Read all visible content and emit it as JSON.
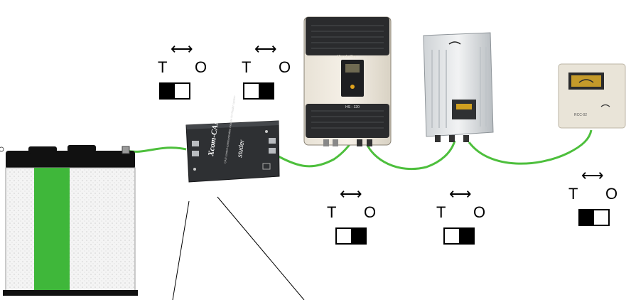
{
  "colors": {
    "cable": "#4dbf3c",
    "battery_band": "#3fb73a",
    "line": "#000000"
  },
  "switches": [
    {
      "id": "sw1",
      "arrow": "⟷",
      "left_label": "T",
      "right_label": "O",
      "position": "T"
    },
    {
      "id": "sw2",
      "arrow": "⟷",
      "left_label": "T",
      "right_label": "O",
      "position": "O"
    },
    {
      "id": "sw3",
      "arrow": "⟷",
      "left_label": "T",
      "right_label": "O",
      "position": "O"
    },
    {
      "id": "sw4",
      "arrow": "⟷",
      "left_label": "T",
      "right_label": "O",
      "position": "O"
    },
    {
      "id": "sw5",
      "arrow": "⟷",
      "left_label": "T",
      "right_label": "O",
      "position": "T"
    }
  ],
  "xcom": {
    "title": "Xcom-CAN",
    "brand": "studer",
    "subtitle": "CAN control communication module for Studer system"
  },
  "inverter": {
    "brand": "XtenderXtm",
    "model": "HS - 120"
  },
  "rcc": {
    "label": "RCC-02"
  }
}
